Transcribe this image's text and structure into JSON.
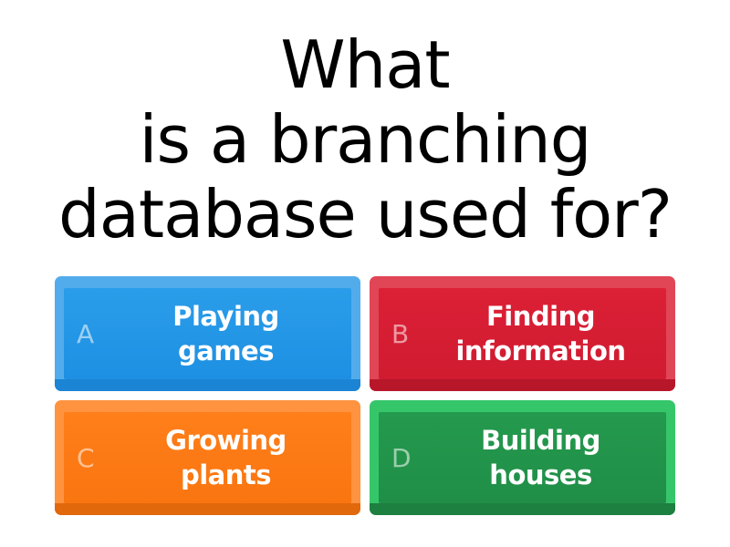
{
  "question": {
    "lines": [
      "What",
      "is a branching",
      "database used for?"
    ]
  },
  "answers": [
    {
      "letter": "A",
      "line1": "Playing",
      "line2": "games",
      "color": "#1e90e3"
    },
    {
      "letter": "B",
      "line1": "Finding",
      "line2": "information",
      "color": "#d01b30"
    },
    {
      "letter": "C",
      "line1": "Growing",
      "line2": "plants",
      "color": "#f97510"
    },
    {
      "letter": "D",
      "line1": "Building",
      "line2": "houses",
      "color": "#208e47"
    }
  ]
}
